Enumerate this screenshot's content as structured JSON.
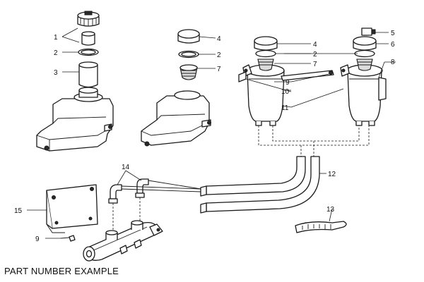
{
  "caption": "PART NUMBER EXAMPLE",
  "callouts": {
    "c1": "1",
    "c2a": "2",
    "c3": "3",
    "c4a": "4",
    "c2b": "2",
    "c7a": "7",
    "c4b": "4",
    "c2c": "2",
    "c7b": "7",
    "c5": "5",
    "c6": "6",
    "c8": "8",
    "c9a": "9",
    "c10": "10",
    "c11": "11",
    "c12": "12",
    "c13": "13",
    "c14": "14",
    "c15": "15",
    "c9b": "9"
  }
}
